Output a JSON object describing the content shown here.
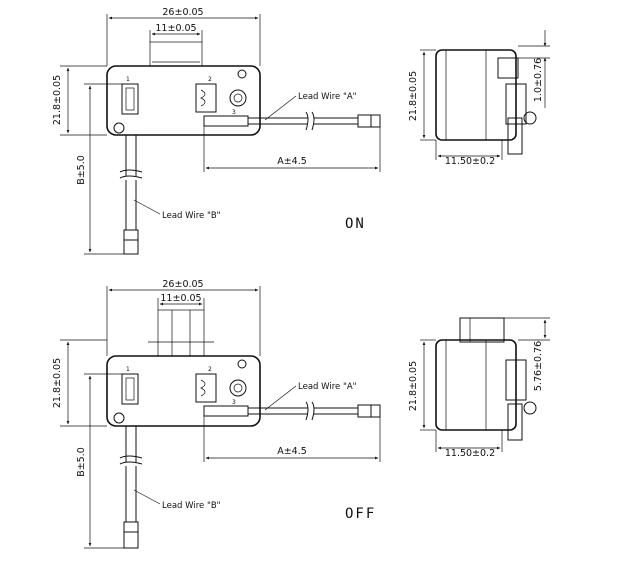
{
  "diagram": {
    "on": {
      "state_label": "ON",
      "dims": {
        "width": "26±0.05",
        "inner_width": "11±0.05",
        "height": "21.8±0.05",
        "lead_a_len": "A±4.5",
        "lead_b_len": "B±5.0",
        "side_height": "21.8±0.05",
        "side_depth": "11.50±0.2",
        "side_offset": "1.0±0.76"
      },
      "lead_a": "Lead Wire \"A\"",
      "lead_b": "Lead Wire \"B\"",
      "pins": [
        "1",
        "2",
        "3"
      ]
    },
    "off": {
      "state_label": "OFF",
      "dims": {
        "width": "26±0.05",
        "inner_width": "11±0.05",
        "height": "21.8±0.05",
        "lead_a_len": "A±4.5",
        "lead_b_len": "B±5.0",
        "side_height": "21.8±0.05",
        "side_depth": "11.50±0.2",
        "side_offset": "5.76±0.76"
      },
      "lead_a": "Lead Wire \"A\"",
      "lead_b": "Lead Wire \"B\"",
      "pins": [
        "1",
        "2",
        "3"
      ]
    }
  }
}
